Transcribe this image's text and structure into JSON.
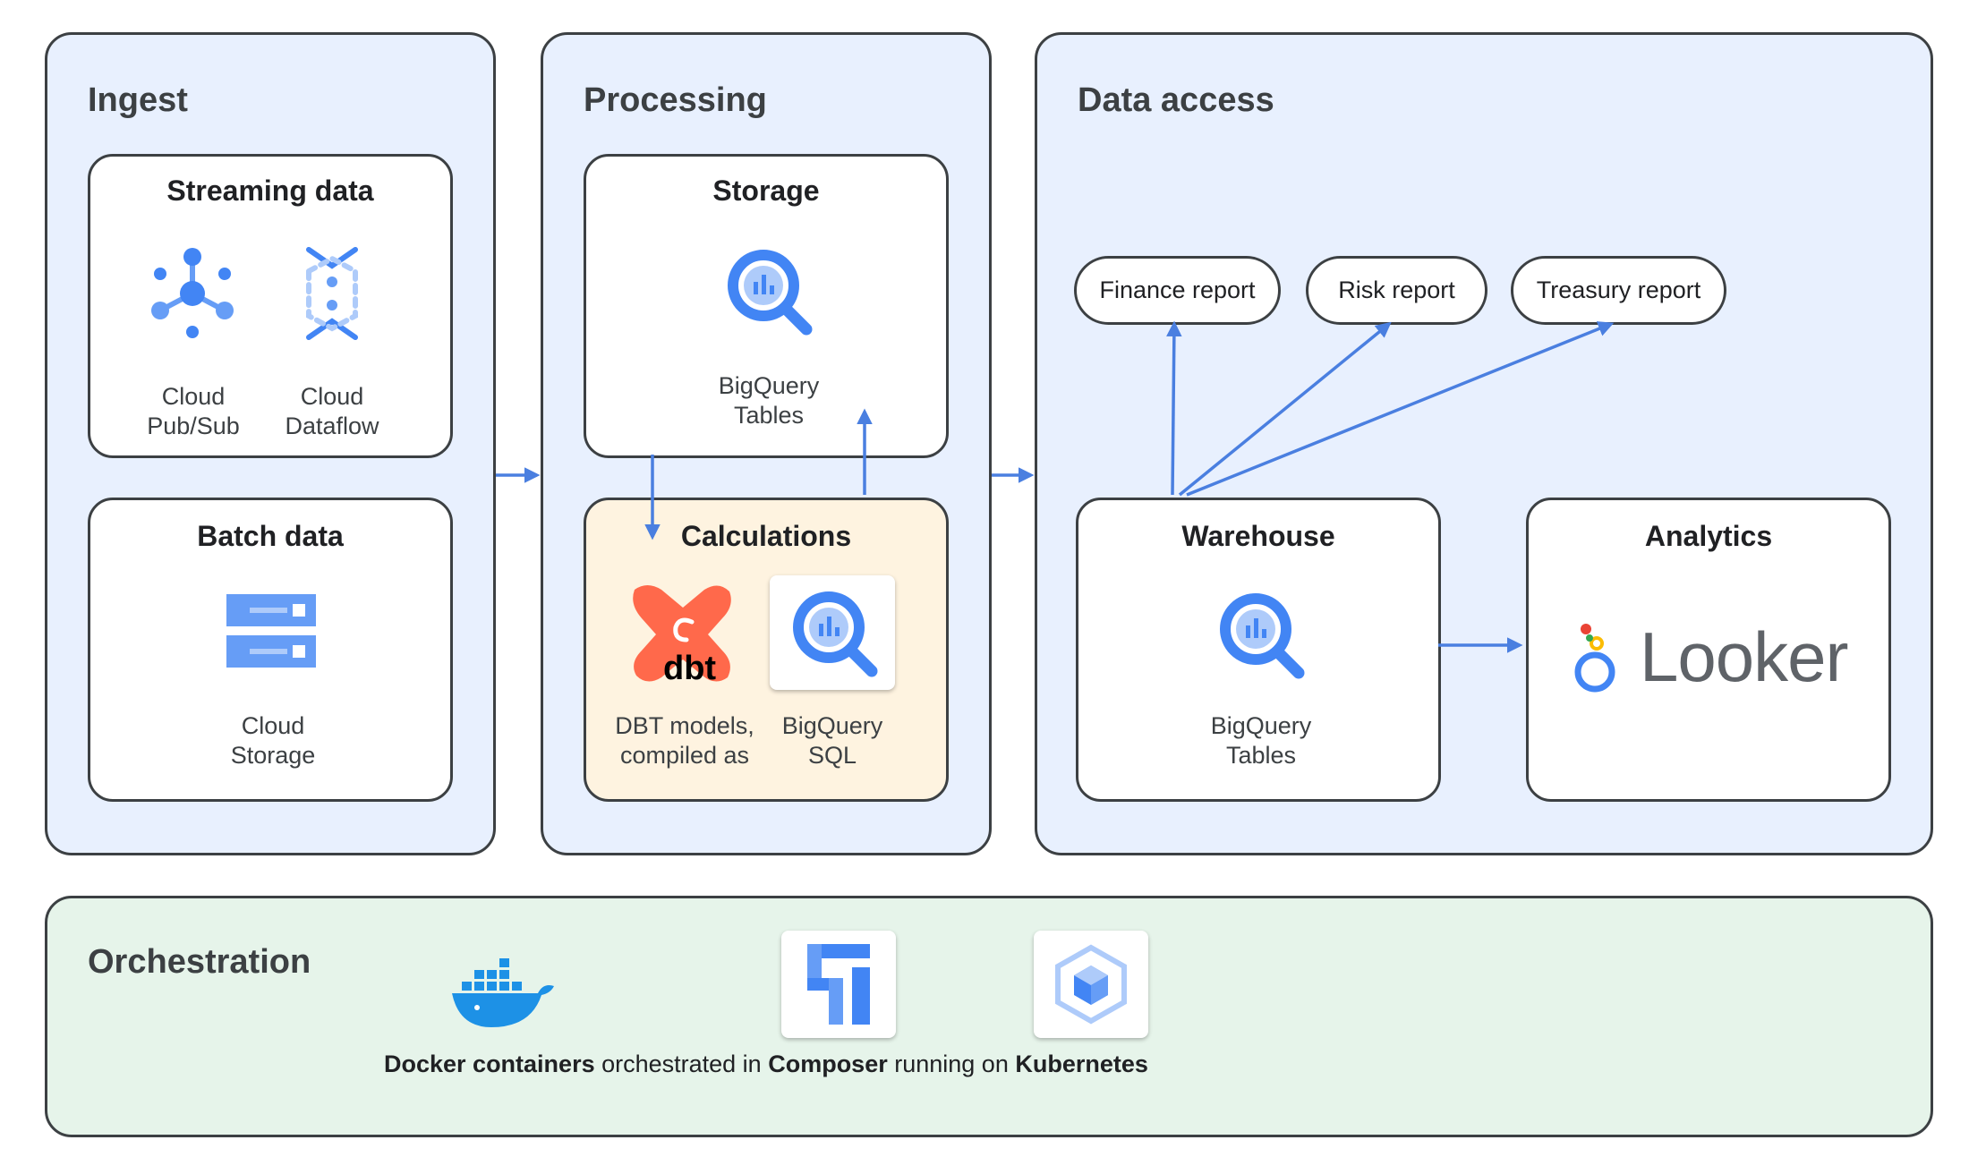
{
  "colors": {
    "panel": "#e8f0fe",
    "orchestration": "#e6f4ea",
    "calc": "#fef3e0",
    "arrow": "#4a7fe0",
    "border": "#3c4043"
  },
  "ingest": {
    "title": "Ingest",
    "streaming": {
      "title": "Streaming data",
      "items": [
        {
          "icon": "pubsub-icon",
          "label": "Cloud\nPub/Sub"
        },
        {
          "icon": "dataflow-icon",
          "label": "Cloud\nDataflow"
        }
      ]
    },
    "batch": {
      "title": "Batch data",
      "items": [
        {
          "icon": "cloud-storage-icon",
          "label": "Cloud\nStorage"
        }
      ]
    }
  },
  "processing": {
    "title": "Processing",
    "storage": {
      "title": "Storage",
      "icon": "bigquery-icon",
      "label": "BigQuery\nTables"
    },
    "calculations": {
      "title": "Calculations",
      "items": [
        {
          "icon": "dbt-icon",
          "logo_text": "dbt",
          "label": "DBT models,\ncompiled as"
        },
        {
          "icon": "bigquery-icon",
          "label": "BigQuery\nSQL"
        }
      ]
    }
  },
  "data_access": {
    "title": "Data access",
    "reports": [
      "Finance report",
      "Risk report",
      "Treasury report"
    ],
    "warehouse": {
      "title": "Warehouse",
      "icon": "bigquery-icon",
      "label": "BigQuery\nTables"
    },
    "analytics": {
      "title": "Analytics",
      "icon": "looker-icon",
      "logo_text": "Looker"
    }
  },
  "orchestration": {
    "title": "Orchestration",
    "icons": [
      "docker-icon",
      "composer-icon",
      "kubernetes-engine-icon"
    ],
    "caption": {
      "docker": "Docker containers",
      "t1": " orchestrated in ",
      "composer": "Composer",
      "t2": " running on ",
      "kubernetes": "Kubernetes"
    }
  }
}
